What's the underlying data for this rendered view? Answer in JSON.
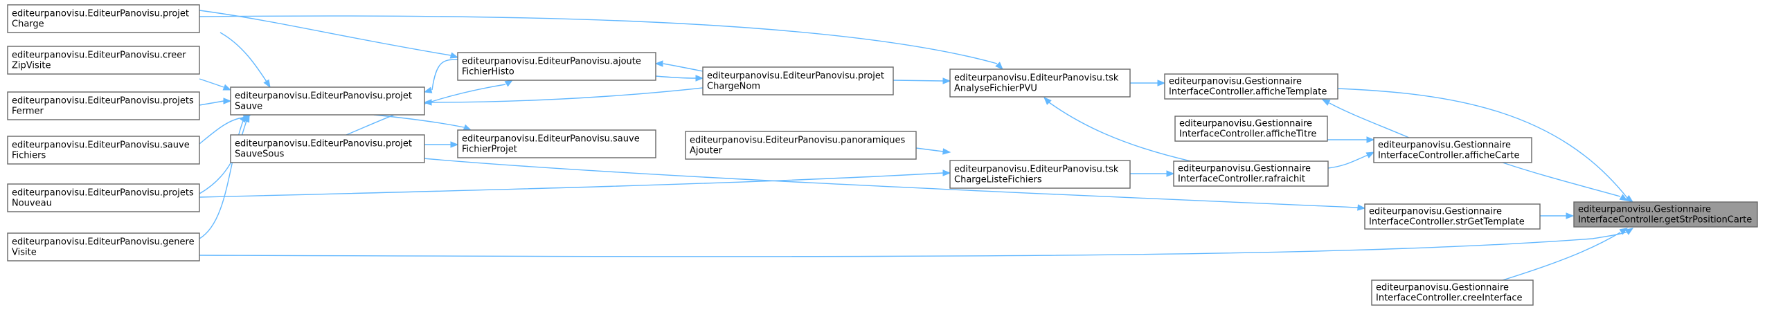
{
  "graph": {
    "nodes": [
      {
        "id": "root",
        "lines": [
          "editeurpanovisu.Gestionnaire",
          "InterfaceController.getStrPositionCarte"
        ],
        "highlight": true
      },
      {
        "id": "afficheTemplate",
        "lines": [
          "editeurpanovisu.Gestionnaire",
          "InterfaceController.afficheTemplate"
        ]
      },
      {
        "id": "afficheTitre",
        "lines": [
          "editeurpanovisu.Gestionnaire",
          "InterfaceController.afficheTitre"
        ]
      },
      {
        "id": "afficheCarte",
        "lines": [
          "editeurpanovisu.Gestionnaire",
          "InterfaceController.afficheCarte"
        ]
      },
      {
        "id": "rafraichit",
        "lines": [
          "editeurpanovisu.Gestionnaire",
          "InterfaceController.rafraichit"
        ]
      },
      {
        "id": "strGetTemplate",
        "lines": [
          "editeurpanovisu.Gestionnaire",
          "InterfaceController.strGetTemplate"
        ]
      },
      {
        "id": "creeInterface",
        "lines": [
          "editeurpanovisu.Gestionnaire",
          "InterfaceController.creeInterface"
        ]
      },
      {
        "id": "tskAnalyse",
        "lines": [
          "editeurpanovisu.EditeurPanovisu.tsk",
          "AnalyseFichierPVU"
        ]
      },
      {
        "id": "tskCharge",
        "lines": [
          "editeurpanovisu.EditeurPanovisu.tsk",
          "ChargeListeFichiers"
        ]
      },
      {
        "id": "panoAjouter",
        "lines": [
          "editeurpanovisu.EditeurPanovisu.panoramiques",
          "Ajouter"
        ]
      },
      {
        "id": "projetChargeNom",
        "lines": [
          "editeurpanovisu.EditeurPanovisu.projet",
          "ChargeNom"
        ]
      },
      {
        "id": "ajouteFichierHisto",
        "lines": [
          "editeurpanovisu.EditeurPanovisu.ajoute",
          "FichierHisto"
        ]
      },
      {
        "id": "sauveFichierProjet",
        "lines": [
          "editeurpanovisu.EditeurPanovisu.sauve",
          "FichierProjet"
        ]
      },
      {
        "id": "projetSauve",
        "lines": [
          "editeurpanovisu.EditeurPanovisu.projet",
          "Sauve"
        ]
      },
      {
        "id": "projetSauveSous",
        "lines": [
          "editeurpanovisu.EditeurPanovisu.projet",
          "SauveSous"
        ]
      },
      {
        "id": "projetCharge",
        "lines": [
          "editeurpanovisu.EditeurPanovisu.projet",
          "Charge"
        ]
      },
      {
        "id": "creerZipVisite",
        "lines": [
          "editeurpanovisu.EditeurPanovisu.creer",
          "ZipVisite"
        ]
      },
      {
        "id": "projetsFermer",
        "lines": [
          "editeurpanovisu.EditeurPanovisu.projets",
          "Fermer"
        ]
      },
      {
        "id": "sauveFichiers",
        "lines": [
          "editeurpanovisu.EditeurPanovisu.sauve",
          "Fichiers"
        ]
      },
      {
        "id": "projetsNouveau",
        "lines": [
          "editeurpanovisu.EditeurPanovisu.projets",
          "Nouveau"
        ]
      },
      {
        "id": "genereVisite",
        "lines": [
          "editeurpanovisu.EditeurPanovisu.genere",
          "Visite"
        ]
      }
    ],
    "edges": [
      {
        "from": "afficheTemplate",
        "to": "root"
      },
      {
        "from": "afficheCarte",
        "to": "root"
      },
      {
        "from": "strGetTemplate",
        "to": "root"
      },
      {
        "from": "creeInterface",
        "to": "root"
      },
      {
        "from": "genereVisite",
        "to": "root"
      },
      {
        "from": "afficheCarte",
        "to": "afficheTemplate"
      },
      {
        "from": "afficheTitre",
        "to": "afficheCarte"
      },
      {
        "from": "rafraichit",
        "to": "afficheCarte"
      },
      {
        "from": "tskAnalyse",
        "to": "afficheTemplate"
      },
      {
        "from": "rafraichit",
        "to": "tskAnalyse"
      },
      {
        "from": "tskCharge",
        "to": "rafraichit"
      },
      {
        "from": "projetChargeNom",
        "to": "tskAnalyse"
      },
      {
        "from": "projetCharge",
        "to": "tskAnalyse"
      },
      {
        "from": "panoAjouter",
        "to": "tskCharge"
      },
      {
        "from": "projetsNouveau",
        "to": "tskCharge"
      },
      {
        "from": "sauveFichierProjet",
        "to": "strGetTemplate"
      },
      {
        "from": "projetChargeNom",
        "to": "ajouteFichierHisto"
      },
      {
        "from": "ajouteFichierHisto",
        "to": "projetChargeNom"
      },
      {
        "from": "ajouteFichierHisto",
        "to": "projetSauve"
      },
      {
        "from": "projetChargeNom",
        "to": "projetSauve"
      },
      {
        "from": "projetSauveSous",
        "to": "ajouteFichierHisto"
      },
      {
        "from": "projetCharge",
        "to": "ajouteFichierHisto"
      },
      {
        "from": "projetSauve",
        "to": "sauveFichierProjet"
      },
      {
        "from": "projetSauveSous",
        "to": "sauveFichierProjet"
      },
      {
        "from": "projetCharge",
        "to": "projetSauve"
      },
      {
        "from": "creerZipVisite",
        "to": "projetSauve"
      },
      {
        "from": "projetsFermer",
        "to": "projetSauve"
      },
      {
        "from": "sauveFichiers",
        "to": "projetSauve"
      },
      {
        "from": "projetsNouveau",
        "to": "projetSauve"
      },
      {
        "from": "genereVisite",
        "to": "projetSauve"
      }
    ]
  },
  "colors": {
    "edge": "#63b8ff",
    "node_border": "#666666",
    "node_fill": "#ffffff",
    "highlight_fill": "#999999"
  }
}
